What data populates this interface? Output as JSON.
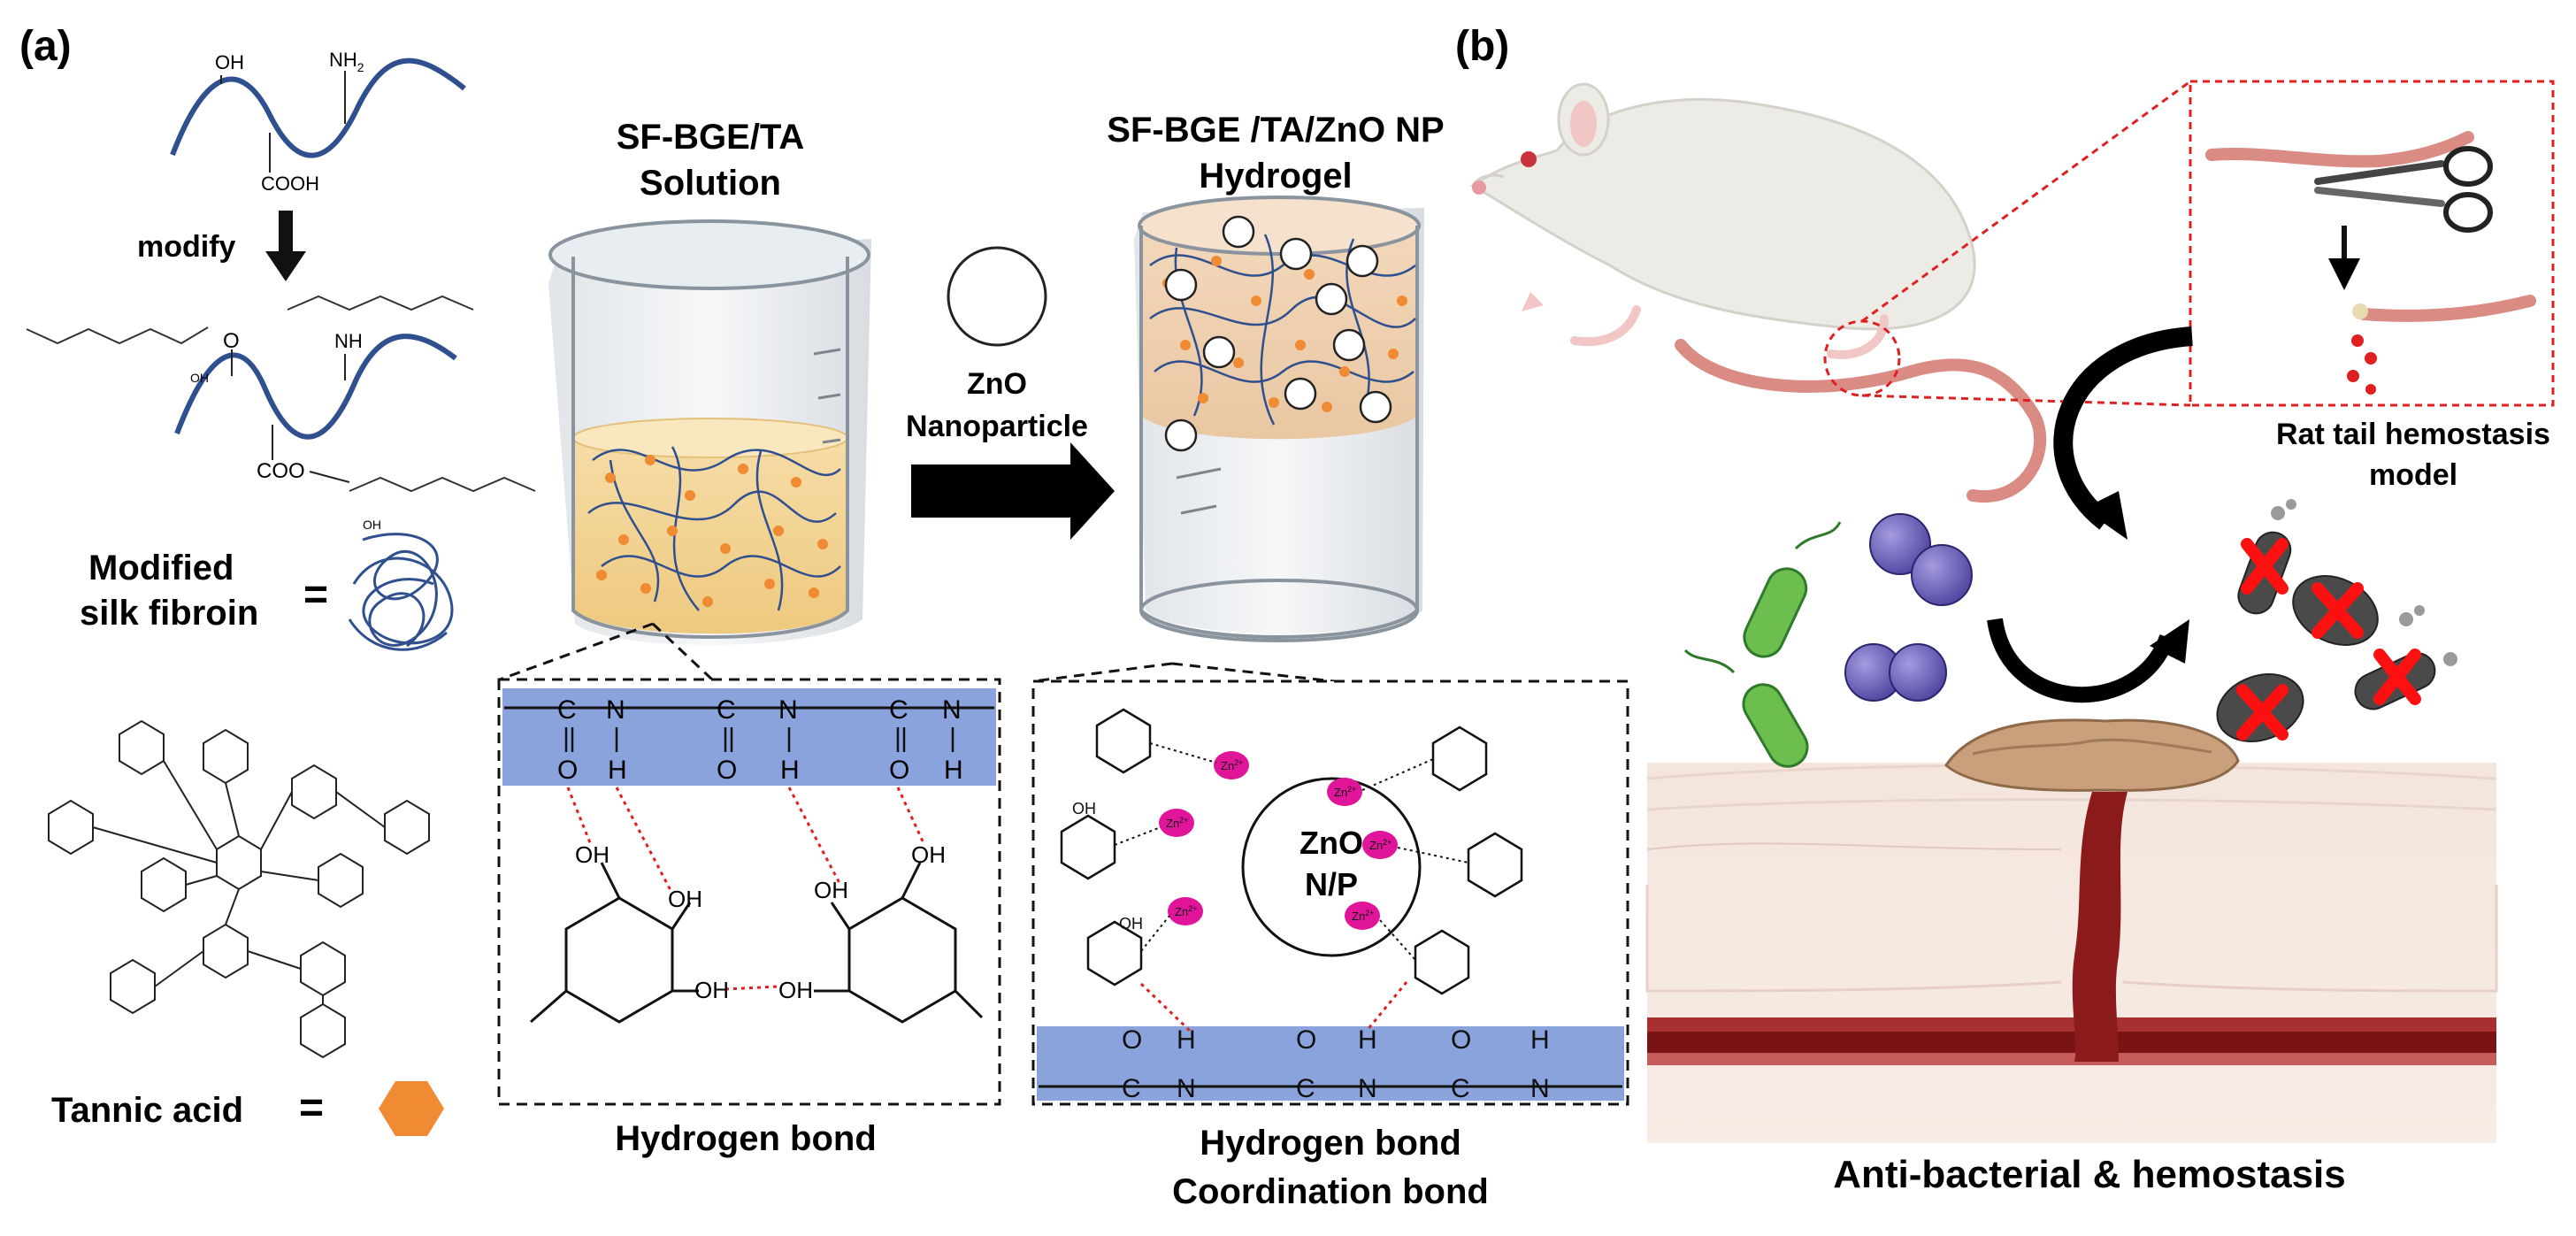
{
  "figure": {
    "panel_a_label": "(a)",
    "panel_b_label": "(b)"
  },
  "panel_a": {
    "chem": {
      "oh": "OH",
      "nh2": "NH",
      "nh2_sub": "2",
      "cooh": "COOH",
      "modify": "modify",
      "nh": "NH",
      "coo": "COO",
      "oh_small": "OH",
      "o": "O"
    },
    "modified_silk_fibroin_line1": "Modified",
    "modified_silk_fibroin_line2": "silk fibroin",
    "equals": "=",
    "tannic_acid": "Tannic acid",
    "tannic_equals": "=",
    "solution_title_line1": "SF-BGE/TA",
    "solution_title_line2": "Solution",
    "zno_label_line1": "ZnO",
    "zno_label_line2": "Nanoparticle",
    "hydrogel_title_line1": "SF-BGE /TA/ZnO NP",
    "hydrogel_title_line2": "Hydrogel",
    "hbond_box": {
      "c": "C",
      "n": "N",
      "o": "O",
      "h": "H",
      "oh": "OH",
      "caption": "Hydrogen bond"
    },
    "coord_box": {
      "zno_line1": "ZnO",
      "zno_line2": "N/P",
      "zn": "Zn",
      "zn_sup": "2+",
      "c": "C",
      "n": "N",
      "o": "O",
      "h": "H",
      "oh": "OH",
      "caption_line1": "Hydrogen bond",
      "caption_line2": "Coordination bond"
    }
  },
  "panel_b": {
    "rat_tail_model_line1": "Rat tail hemostasis",
    "rat_tail_model_line2": "model",
    "caption": "Anti-bacterial & hemostasis"
  },
  "colors": {
    "chain_blue": "#2f4f8f",
    "band_blue": "#8aa3dc",
    "tannic_orange": "#f08a33",
    "bond_red": "#e02020",
    "zn_magenta": "#e0159a",
    "rat_body": "#ecebe6",
    "tail_pink": "#d98b84",
    "blood_red": "#8b1a1a",
    "bacteria_green": "#6cbf4e",
    "bacteria_purple": "#6c63b8",
    "cross_red": "#ff1010"
  }
}
